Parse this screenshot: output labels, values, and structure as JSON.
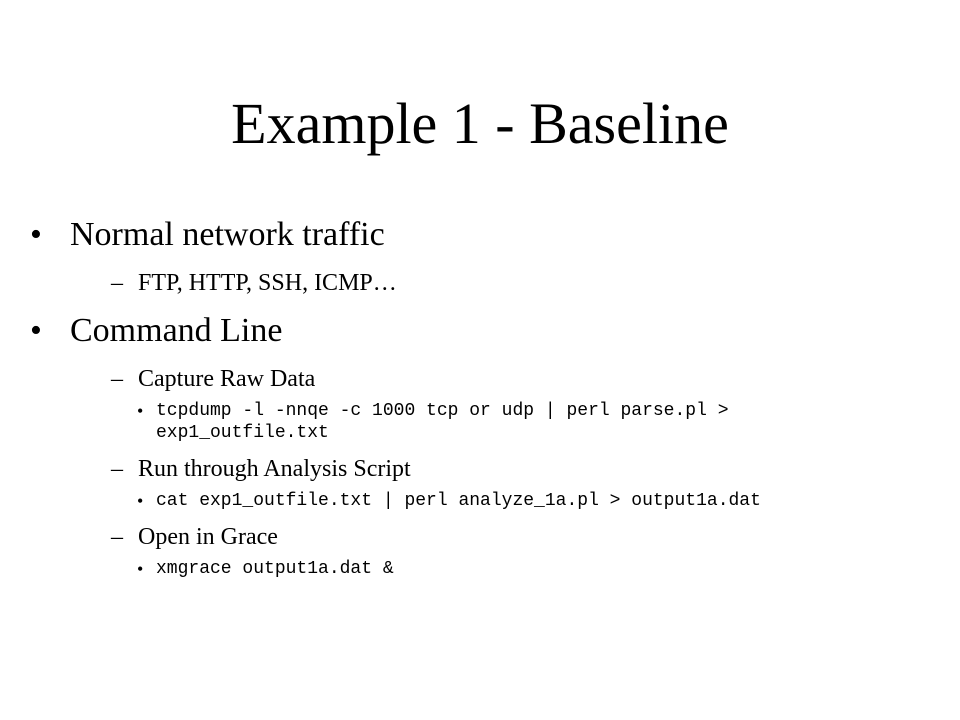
{
  "slide": {
    "title": "Example 1 - Baseline",
    "bullet_symbol": "•",
    "dash_symbol": "–",
    "items": [
      {
        "text": "Normal network traffic",
        "sub": [
          {
            "text": "FTP, HTTP, SSH, ICMP…"
          }
        ]
      },
      {
        "text": "Command Line",
        "sub": [
          {
            "text": "Capture Raw Data",
            "code": "tcpdump -l -nnqe -c 1000 tcp or udp | perl parse.pl > exp1_outfile.txt"
          },
          {
            "text": "Run through Analysis Script",
            "code": "cat exp1_outfile.txt | perl analyze_1a.pl > output1a.dat"
          },
          {
            "text": "Open in Grace",
            "code": "xmgrace output1a.dat &"
          }
        ]
      }
    ]
  }
}
